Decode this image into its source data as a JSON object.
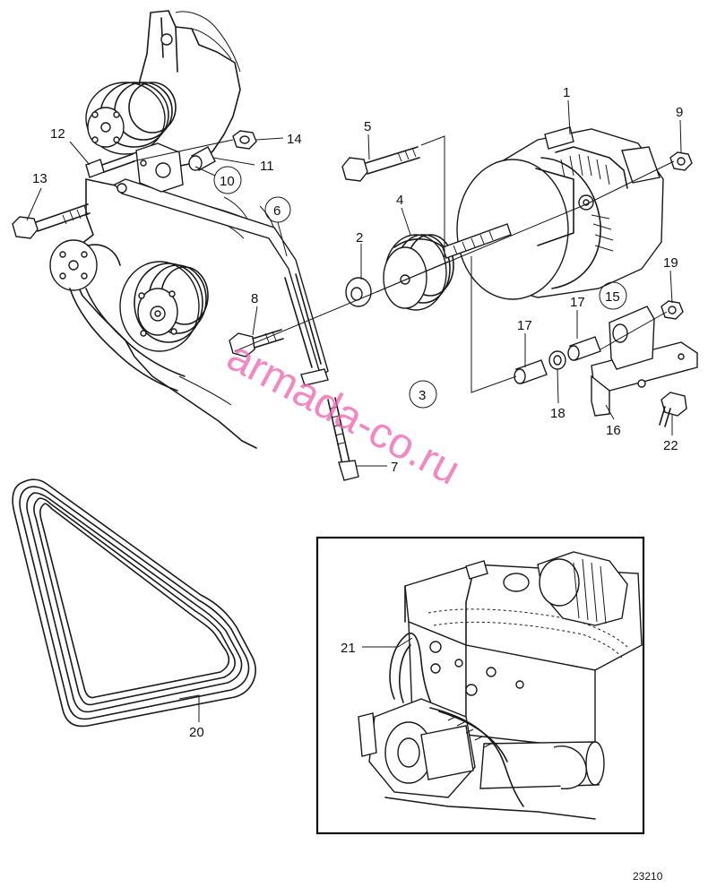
{
  "labels": {
    "p1": "1",
    "p2": "2",
    "p3": "3",
    "p4": "4",
    "p5": "5",
    "p6": "6",
    "p7": "7",
    "p8": "8",
    "p9": "9",
    "p10": "10",
    "p11": "11",
    "p12": "12",
    "p13": "13",
    "p14": "14",
    "p15": "15",
    "p16": "16",
    "p17a": "17",
    "p17b": "17",
    "p18": "18",
    "p19": "19",
    "p20": "20",
    "p21": "21",
    "p22": "22"
  },
  "watermark": "armada-co.ru",
  "figure_number": "23210"
}
